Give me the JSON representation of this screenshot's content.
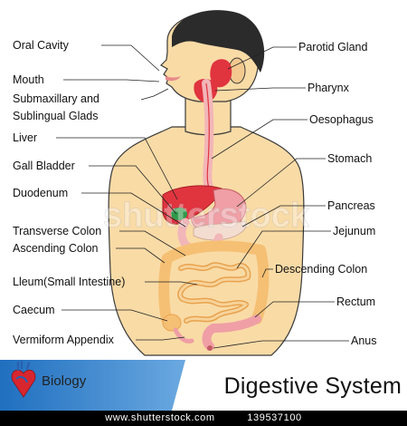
{
  "labels_left": [
    {
      "id": "oral-cavity",
      "text": "Oral  Cavity"
    },
    {
      "id": "mouth",
      "text": "Mouth"
    },
    {
      "id": "submaxillary",
      "text": "Submaxillary and"
    },
    {
      "id": "sublingual",
      "text": "Sublingual Glads"
    },
    {
      "id": "liver",
      "text": "Liver"
    },
    {
      "id": "gall-bladder",
      "text": "Gall Bladder"
    },
    {
      "id": "duodenum",
      "text": "Duodenum"
    },
    {
      "id": "transverse-colon",
      "text": "Transverse Colon"
    },
    {
      "id": "ascending-colon",
      "text": "Ascending Colon"
    },
    {
      "id": "ileum",
      "text": "Lleum(Small Intestine)"
    },
    {
      "id": "caecum",
      "text": "Caecum"
    },
    {
      "id": "vermiform-appendix",
      "text": "Vermiform Appendix"
    }
  ],
  "labels_right": [
    {
      "id": "parotid-gland",
      "text": "Parotid Gland"
    },
    {
      "id": "pharynx",
      "text": "Pharynx"
    },
    {
      "id": "oesophagus",
      "text": "Oesophagus"
    },
    {
      "id": "stomach",
      "text": "Stomach"
    },
    {
      "id": "pancreas",
      "text": "Pancreas"
    },
    {
      "id": "jejunum",
      "text": "Jejunum"
    },
    {
      "id": "descending-colon",
      "text": "Descending Colon"
    },
    {
      "id": "rectum",
      "text": "Rectum"
    },
    {
      "id": "anus",
      "text": "Anus"
    }
  ],
  "footer": {
    "category": "Biology",
    "title": "Digestive System"
  },
  "credit": {
    "site": "www.shutterstock.com",
    "id": "139537100"
  },
  "watermark": "shutterstock",
  "colors": {
    "skin": "#f9dba6",
    "skin_outline": "#333333",
    "hair": "#2b2b2b",
    "organ_red": "#e0343f",
    "oesophagus": "#f2b6b8",
    "stomach": "#ef9fa5",
    "intestine": "#f5c074",
    "banner_blue": "#2a7cc9"
  }
}
